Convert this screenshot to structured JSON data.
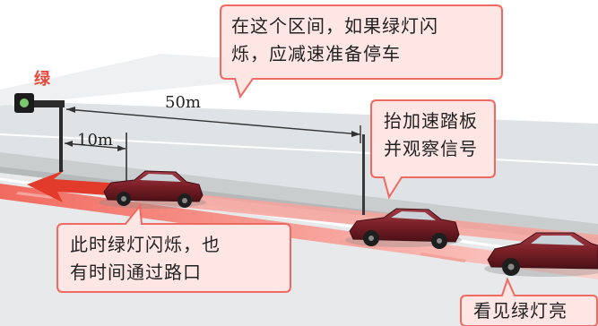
{
  "signal": {
    "label": "绿",
    "color": "#e8483c"
  },
  "distances": {
    "far": "50m",
    "near": "10m"
  },
  "callouts": {
    "interval": {
      "line1": "在这个区间，如果绿灯闪",
      "line2": "烁，应减速准备停车"
    },
    "accelerate": {
      "line1": "抬加速踏板",
      "line2": "并观察信号"
    },
    "flashing": {
      "line1": "此时绿灯闪烁，也",
      "line2": "有时间通过路口"
    },
    "see_green": {
      "text": "看见绿灯亮"
    }
  },
  "colors": {
    "bubble_fill": "#fde6e3",
    "bubble_stroke": "#ee6a63",
    "road": "#d9dde0",
    "sidewalk": "#cfd3d3",
    "lane_band": "#f47b72",
    "lane_band_light": "#fac6c1",
    "arrow": "#e23a2b",
    "car_body": "#7a1f27",
    "car_dark": "#3d0e14"
  }
}
